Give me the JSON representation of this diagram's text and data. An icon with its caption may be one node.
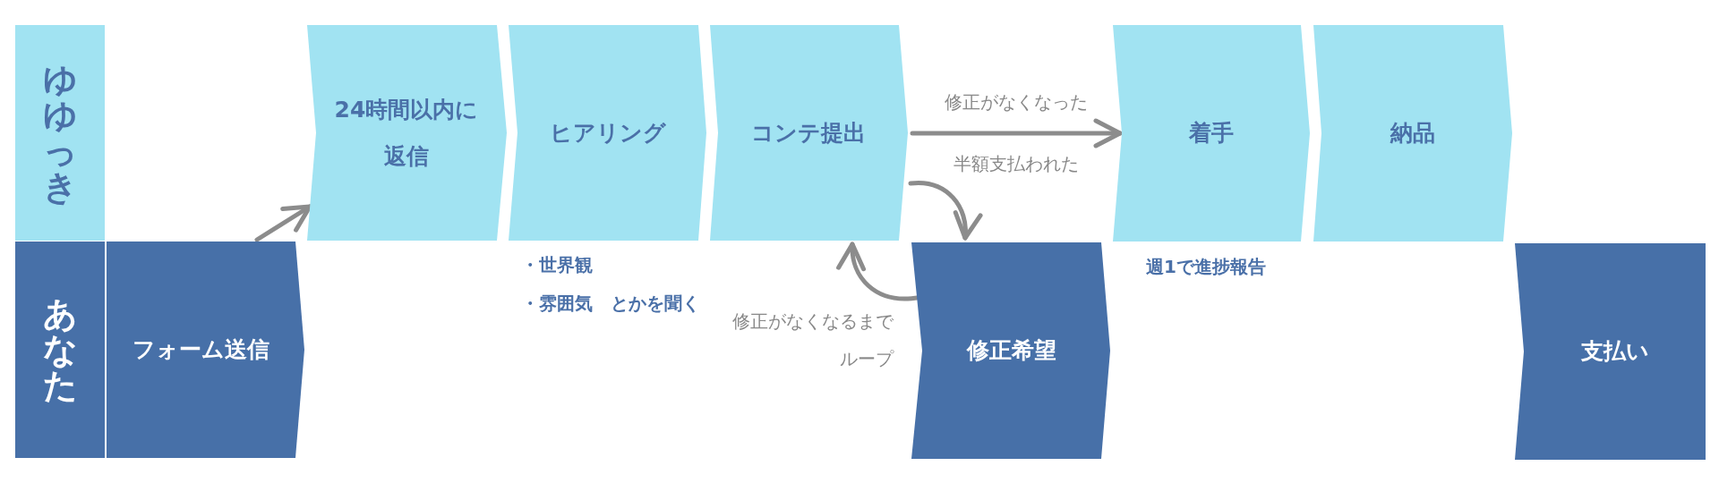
{
  "diagram": {
    "nodes": [
      {
        "text": [
          "ゆゆっき"
        ]
      },
      {
        "text": [
          "あなた"
        ]
      },
      {
        "text": [
          "フォーム送信"
        ]
      },
      {
        "text": [
          "24時間以内に返信"
        ]
      },
      {
        "text": [
          "ヒアリング"
        ],
        "beside": [
          "・世界観",
          "・雰囲気　とかを聞く"
        ]
      },
      {
        "text": [
          "コンテ提出"
        ]
      },
      {
        "text": [
          "修正希望"
        ]
      },
      {
        "text": [
          "着手"
        ],
        "beside": [
          "週1で進捗報告"
        ]
      },
      {
        "text": [
          "納品"
        ]
      },
      {
        "text": [
          "支払い"
        ]
      }
    ],
    "edges": [
      {
        "from": 2,
        "to": 3,
        "arrow": "to"
      },
      {
        "from": 5,
        "to": 7,
        "arrow": "to",
        "label": "修正がなくなった"
      },
      {
        "from": 5,
        "to": 6,
        "arrow": "to"
      },
      {
        "from": 6,
        "to": 5,
        "arrow": "to"
      }
    ],
    "labels": [
      "半額支払われた",
      "修正がなくなるまでループ"
    ]
  }
}
